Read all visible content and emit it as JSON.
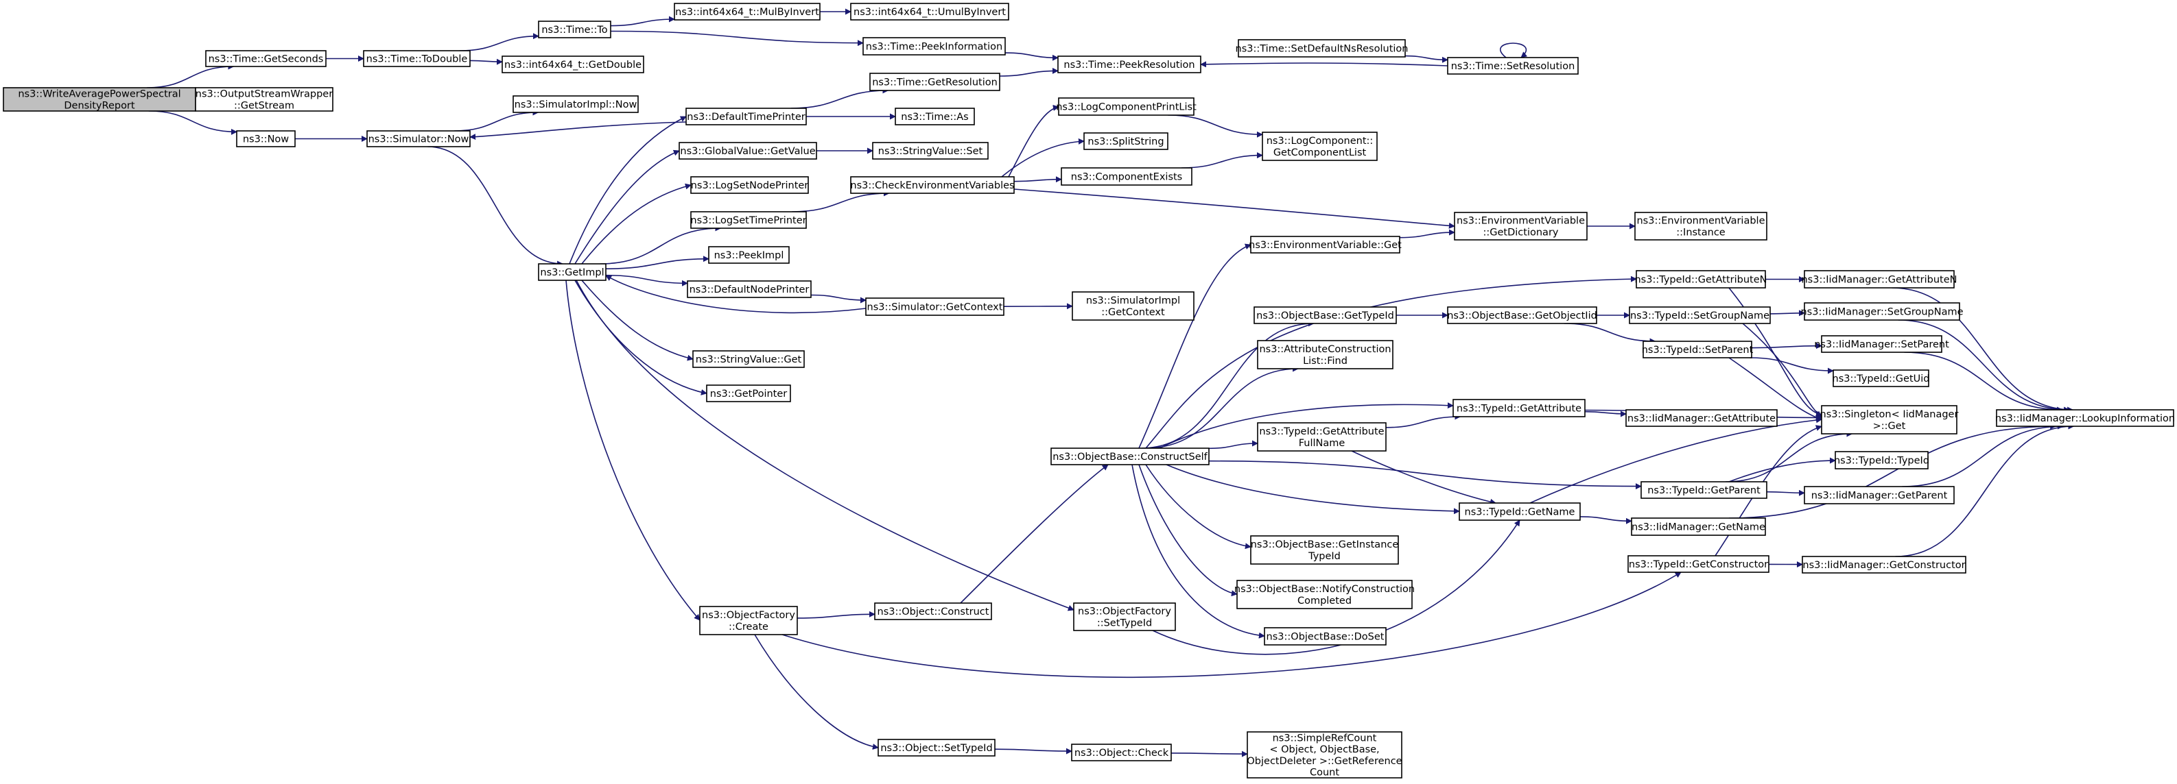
{
  "colors": {
    "edge": "#191970",
    "root_fill": "#bfbfbf",
    "node_fill": "#ffffff",
    "node_border": "#000000"
  },
  "nodes": [
    {
      "id": "root",
      "lines": [
        "ns3::WriteAveragePowerSpectral",
        "DensityReport"
      ],
      "root": true
    },
    {
      "id": "getSeconds",
      "lines": [
        "ns3::Time::GetSeconds"
      ]
    },
    {
      "id": "osw",
      "lines": [
        "ns3::OutputStreamWrapper",
        "::GetStream"
      ]
    },
    {
      "id": "now",
      "lines": [
        "ns3::Now"
      ]
    },
    {
      "id": "timeTo",
      "lines": [
        "ns3::Time::To"
      ]
    },
    {
      "id": "toDouble",
      "lines": [
        "ns3::Time::ToDouble"
      ]
    },
    {
      "id": "mulByInvert",
      "lines": [
        "ns3::int64x64_t::MulByInvert"
      ]
    },
    {
      "id": "umulByInvert",
      "lines": [
        "ns3::int64x64_t::UmulByInvert"
      ]
    },
    {
      "id": "getDouble",
      "lines": [
        "ns3::int64x64_t::GetDouble"
      ]
    },
    {
      "id": "peekInfo",
      "lines": [
        "ns3::Time::PeekInformation"
      ]
    },
    {
      "id": "peekRes",
      "lines": [
        "ns3::Time::PeekResolution"
      ]
    },
    {
      "id": "setDefNs",
      "lines": [
        "ns3::Time::SetDefaultNsResolution"
      ]
    },
    {
      "id": "setRes",
      "lines": [
        "ns3::Time::SetResolution"
      ]
    },
    {
      "id": "getRes",
      "lines": [
        "ns3::Time::GetResolution"
      ]
    },
    {
      "id": "timeAs",
      "lines": [
        "ns3::Time::As"
      ]
    },
    {
      "id": "simImplNow",
      "lines": [
        "ns3::SimulatorImpl::Now"
      ]
    },
    {
      "id": "simNow",
      "lines": [
        "ns3::Simulator::Now"
      ]
    },
    {
      "id": "defTimePrinter",
      "lines": [
        "ns3::DefaultTimePrinter"
      ]
    },
    {
      "id": "gvGetValue",
      "lines": [
        "ns3::GlobalValue::GetValue"
      ]
    },
    {
      "id": "svSet",
      "lines": [
        "ns3::StringValue::Set"
      ]
    },
    {
      "id": "logSetNode",
      "lines": [
        "ns3::LogSetNodePrinter"
      ]
    },
    {
      "id": "logSetTime",
      "lines": [
        "ns3::LogSetTimePrinter"
      ]
    },
    {
      "id": "peekImpl",
      "lines": [
        "ns3::PeekImpl"
      ]
    },
    {
      "id": "defNodePrinter",
      "lines": [
        "ns3::DefaultNodePrinter"
      ]
    },
    {
      "id": "getImpl",
      "lines": [
        "ns3::GetImpl"
      ]
    },
    {
      "id": "svGet",
      "lines": [
        "ns3::StringValue::Get"
      ]
    },
    {
      "id": "getPointer",
      "lines": [
        "ns3::GetPointer"
      ]
    },
    {
      "id": "checkEnv",
      "lines": [
        "ns3::CheckEnvironmentVariables"
      ]
    },
    {
      "id": "logCompPrint",
      "lines": [
        "ns3::LogComponentPrintList"
      ]
    },
    {
      "id": "splitString",
      "lines": [
        "ns3::SplitString"
      ]
    },
    {
      "id": "compExists",
      "lines": [
        "ns3::ComponentExists"
      ]
    },
    {
      "id": "logCompList",
      "lines": [
        "ns3::LogComponent::",
        "GetComponentList"
      ]
    },
    {
      "id": "envGetDict",
      "lines": [
        "ns3::EnvironmentVariable",
        "::GetDictionary"
      ]
    },
    {
      "id": "envInstance",
      "lines": [
        "ns3::EnvironmentVariable",
        "::Instance"
      ]
    },
    {
      "id": "envGet",
      "lines": [
        "ns3::EnvironmentVariable::Get"
      ]
    },
    {
      "id": "simGetContext",
      "lines": [
        "ns3::Simulator::GetContext"
      ]
    },
    {
      "id": "simImplGetContext",
      "lines": [
        "ns3::SimulatorImpl",
        "::GetContext"
      ]
    },
    {
      "id": "obGetTypeId",
      "lines": [
        "ns3::ObjectBase::GetTypeId"
      ]
    },
    {
      "id": "attrConstFind",
      "lines": [
        "ns3::AttributeConstruction",
        "List::Find"
      ]
    },
    {
      "id": "obGetObjectIid",
      "lines": [
        "ns3::ObjectBase::GetObjectIid"
      ]
    },
    {
      "id": "tidGetAttrN",
      "lines": [
        "ns3::TypeId::GetAttributeN"
      ]
    },
    {
      "id": "iidGetAttrN",
      "lines": [
        "ns3::IidManager::GetAttributeN"
      ]
    },
    {
      "id": "tidSetGroupName",
      "lines": [
        "ns3::TypeId::SetGroupName"
      ]
    },
    {
      "id": "iidSetGroupName",
      "lines": [
        "ns3::IidManager::SetGroupName"
      ]
    },
    {
      "id": "tidSetParent",
      "lines": [
        "ns3::TypeId::SetParent"
      ]
    },
    {
      "id": "iidSetParent",
      "lines": [
        "ns3::IidManager::SetParent"
      ]
    },
    {
      "id": "tidGetUid",
      "lines": [
        "ns3::TypeId::GetUid"
      ]
    },
    {
      "id": "tidGetAttr",
      "lines": [
        "ns3::TypeId::GetAttribute"
      ]
    },
    {
      "id": "iidGetAttr",
      "lines": [
        "ns3::IidManager::GetAttribute"
      ]
    },
    {
      "id": "singletonGet",
      "lines": [
        "ns3::Singleton< IidManager",
        ">::Get"
      ]
    },
    {
      "id": "lookupInfo",
      "lines": [
        "ns3::IidManager::LookupInformation"
      ]
    },
    {
      "id": "constructSelf",
      "lines": [
        "ns3::ObjectBase::ConstructSelf"
      ]
    },
    {
      "id": "tidGetAttrFull",
      "lines": [
        "ns3::TypeId::GetAttribute",
        "FullName"
      ]
    },
    {
      "id": "tidTypeId",
      "lines": [
        "ns3::TypeId::TypeId"
      ]
    },
    {
      "id": "tidGetParent",
      "lines": [
        "ns3::TypeId::GetParent"
      ]
    },
    {
      "id": "iidGetParent",
      "lines": [
        "ns3::IidManager::GetParent"
      ]
    },
    {
      "id": "tidGetName",
      "lines": [
        "ns3::TypeId::GetName"
      ]
    },
    {
      "id": "iidGetName",
      "lines": [
        "ns3::IidManager::GetName"
      ]
    },
    {
      "id": "obGetInstTid",
      "lines": [
        "ns3::ObjectBase::GetInstance",
        "TypeId"
      ]
    },
    {
      "id": "tidGetCtor",
      "lines": [
        "ns3::TypeId::GetConstructor"
      ]
    },
    {
      "id": "iidGetCtor",
      "lines": [
        "ns3::IidManager::GetConstructor"
      ]
    },
    {
      "id": "obNotify",
      "lines": [
        "ns3::ObjectBase::NotifyConstruction",
        "Completed"
      ]
    },
    {
      "id": "objConstruct",
      "lines": [
        "ns3::Object::Construct"
      ]
    },
    {
      "id": "ofSetTypeId",
      "lines": [
        "ns3::ObjectFactory",
        "::SetTypeId"
      ]
    },
    {
      "id": "ofCreate",
      "lines": [
        "ns3::ObjectFactory",
        "::Create"
      ]
    },
    {
      "id": "obDoSet",
      "lines": [
        "ns3::ObjectBase::DoSet"
      ]
    },
    {
      "id": "objSetTypeId",
      "lines": [
        "ns3::Object::SetTypeId"
      ]
    },
    {
      "id": "objCheck",
      "lines": [
        "ns3::Object::Check"
      ]
    },
    {
      "id": "simpleRefCount",
      "lines": [
        "ns3::SimpleRefCount",
        "< Object, ObjectBase,",
        "ObjectDeleter >::GetReference",
        "Count"
      ]
    }
  ],
  "edges": [
    [
      "root",
      "getSeconds"
    ],
    [
      "root",
      "osw"
    ],
    [
      "root",
      "now"
    ],
    [
      "getSeconds",
      "toDouble"
    ],
    [
      "toDouble",
      "timeTo"
    ],
    [
      "toDouble",
      "getDouble"
    ],
    [
      "timeTo",
      "mulByInvert"
    ],
    [
      "timeTo",
      "peekInfo"
    ],
    [
      "mulByInvert",
      "umulByInvert"
    ],
    [
      "peekInfo",
      "peekRes"
    ],
    [
      "setDefNs",
      "setRes"
    ],
    [
      "setRes",
      "peekRes"
    ],
    [
      "setRes",
      "setRes"
    ],
    [
      "now",
      "simNow"
    ],
    [
      "simNow",
      "simImplNow"
    ],
    [
      "simNow",
      "getImpl"
    ],
    [
      "getImpl",
      "defTimePrinter"
    ],
    [
      "getImpl",
      "gvGetValue"
    ],
    [
      "getImpl",
      "logSetNode"
    ],
    [
      "getImpl",
      "logSetTime"
    ],
    [
      "getImpl",
      "peekImpl"
    ],
    [
      "getImpl",
      "defNodePrinter"
    ],
    [
      "getImpl",
      "svGet"
    ],
    [
      "getImpl",
      "getPointer"
    ],
    [
      "getImpl",
      "ofCreate"
    ],
    [
      "getImpl",
      "ofSetTypeId"
    ],
    [
      "defTimePrinter",
      "getRes"
    ],
    [
      "defTimePrinter",
      "timeAs"
    ],
    [
      "defTimePrinter",
      "simNow"
    ],
    [
      "getRes",
      "peekRes"
    ],
    [
      "gvGetValue",
      "svSet"
    ],
    [
      "logSetTime",
      "checkEnv"
    ],
    [
      "defNodePrinter",
      "simGetContext"
    ],
    [
      "simGetContext",
      "getImpl"
    ],
    [
      "simGetContext",
      "simImplGetContext"
    ],
    [
      "checkEnv",
      "logCompPrint"
    ],
    [
      "checkEnv",
      "splitString"
    ],
    [
      "checkEnv",
      "compExists"
    ],
    [
      "checkEnv",
      "envGetDict"
    ],
    [
      "logCompPrint",
      "logCompList"
    ],
    [
      "compExists",
      "logCompList"
    ],
    [
      "envGetDict",
      "envInstance"
    ],
    [
      "envGet",
      "envGetDict"
    ],
    [
      "constructSelf",
      "envGet"
    ],
    [
      "constructSelf",
      "obGetTypeId"
    ],
    [
      "constructSelf",
      "attrConstFind"
    ],
    [
      "constructSelf",
      "tidGetAttrN"
    ],
    [
      "constructSelf",
      "tidGetAttr"
    ],
    [
      "constructSelf",
      "tidGetAttrFull"
    ],
    [
      "constructSelf",
      "tidGetParent"
    ],
    [
      "constructSelf",
      "tidGetName"
    ],
    [
      "constructSelf",
      "obGetInstTid"
    ],
    [
      "constructSelf",
      "obNotify"
    ],
    [
      "constructSelf",
      "obDoSet"
    ],
    [
      "obGetTypeId",
      "obGetObjectIid"
    ],
    [
      "obGetObjectIid",
      "tidSetGroupName"
    ],
    [
      "obGetObjectIid",
      "tidSetParent"
    ],
    [
      "tidGetAttrN",
      "iidGetAttrN"
    ],
    [
      "tidGetAttrN",
      "singletonGet"
    ],
    [
      "iidGetAttrN",
      "lookupInfo"
    ],
    [
      "tidSetGroupName",
      "iidSetGroupName"
    ],
    [
      "tidSetGroupName",
      "singletonGet"
    ],
    [
      "iidSetGroupName",
      "lookupInfo"
    ],
    [
      "tidSetParent",
      "iidSetParent"
    ],
    [
      "tidSetParent",
      "tidGetUid"
    ],
    [
      "tidSetParent",
      "singletonGet"
    ],
    [
      "iidSetParent",
      "lookupInfo"
    ],
    [
      "tidGetAttr",
      "iidGetAttr"
    ],
    [
      "tidGetAttr",
      "singletonGet"
    ],
    [
      "tidGetAttrFull",
      "tidGetAttr"
    ],
    [
      "tidGetAttrFull",
      "tidGetName"
    ],
    [
      "tidGetParent",
      "tidTypeId"
    ],
    [
      "tidGetParent",
      "iidGetParent"
    ],
    [
      "tidGetParent",
      "singletonGet"
    ],
    [
      "iidGetParent",
      "lookupInfo"
    ],
    [
      "tidGetName",
      "iidGetName"
    ],
    [
      "tidGetName",
      "singletonGet"
    ],
    [
      "iidGetName",
      "lookupInfo"
    ],
    [
      "tidGetCtor",
      "iidGetCtor"
    ],
    [
      "tidGetCtor",
      "singletonGet"
    ],
    [
      "iidGetCtor",
      "lookupInfo"
    ],
    [
      "ofCreate",
      "objConstruct"
    ],
    [
      "ofCreate",
      "tidGetCtor"
    ],
    [
      "ofCreate",
      "objSetTypeId"
    ],
    [
      "objConstruct",
      "constructSelf"
    ],
    [
      "ofSetTypeId",
      "tidGetName"
    ],
    [
      "objSetTypeId",
      "objCheck"
    ],
    [
      "objCheck",
      "simpleRefCount"
    ]
  ]
}
